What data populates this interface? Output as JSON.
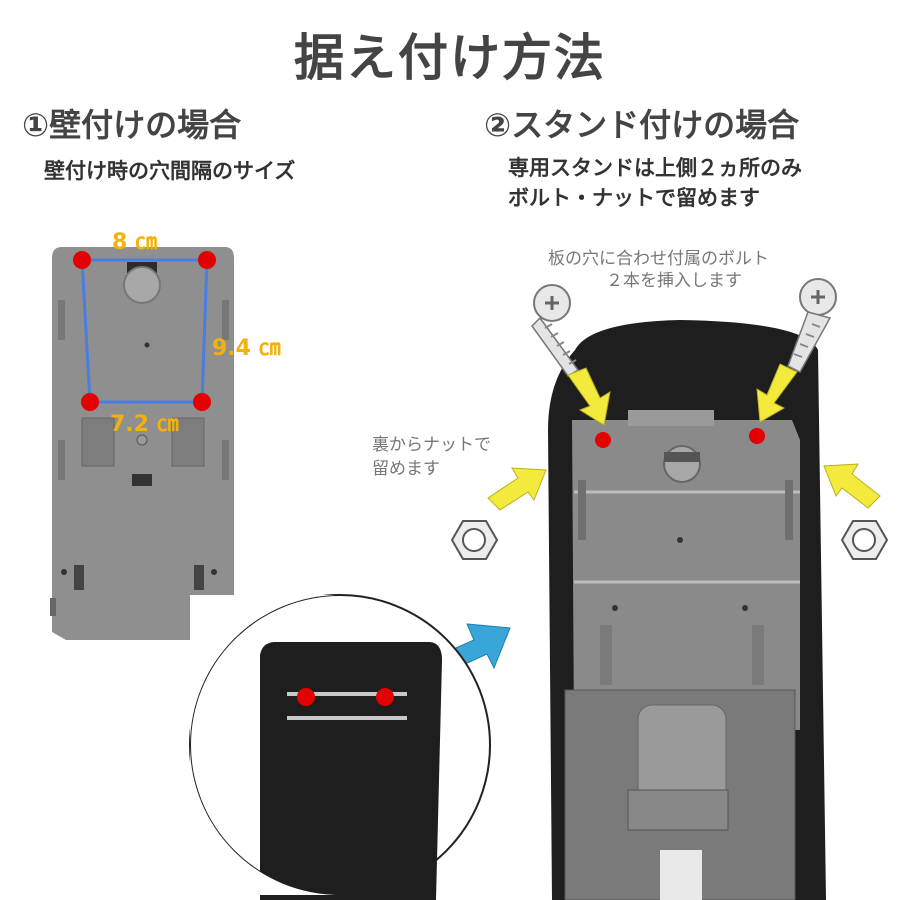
{
  "page": {
    "title": "据え付け方法"
  },
  "wall": {
    "heading": "①壁付けの場合",
    "subheading": "壁付け時の穴間隔のサイズ",
    "dims": {
      "top": "8 ㎝",
      "side": "9.4 ㎝",
      "bottom": "7.2 ㎝"
    }
  },
  "stand": {
    "heading": "②スタンド付けの場合",
    "desc_line1": "専用スタンドは上側２ヵ所のみ",
    "desc_line2": "ボルト・ナットで留めます",
    "bolt_note_line1": "板の穴に合わせ付属のボルト",
    "bolt_note_line2": "２本を挿入します",
    "nut_note_line1": "裏からナットで",
    "nut_note_line2": "留めます"
  },
  "colors": {
    "hole_marker": "#e30000",
    "dimension_text": "#f2b10c",
    "dimension_line": "#4a7de0",
    "arrow_yellow": "#f4ea3c",
    "arrow_blue": "#39a6d9",
    "panel_gray": "#8f8f8f",
    "stand_black": "#1e1e1e"
  }
}
